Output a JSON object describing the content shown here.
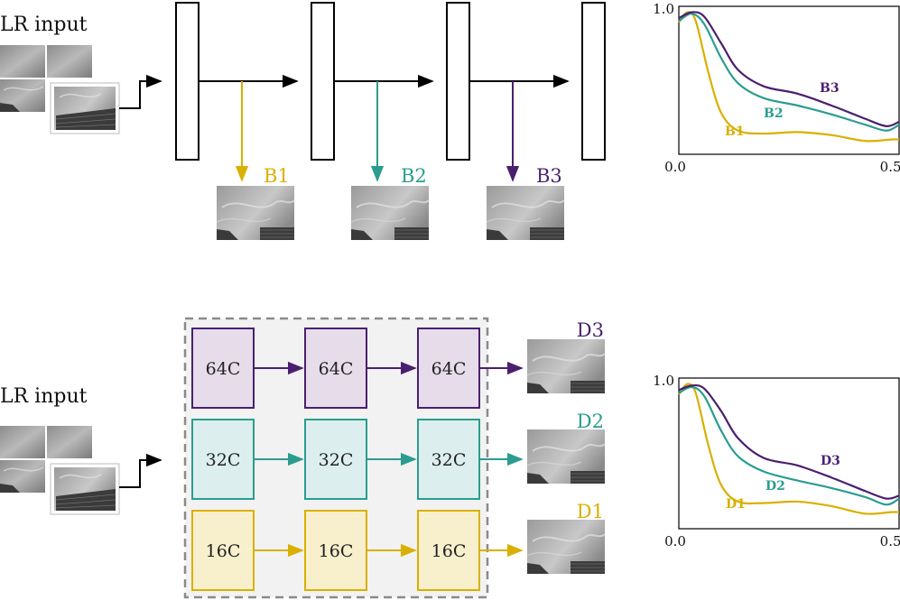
{
  "colors": {
    "yellow": "#d9b000",
    "teal": "#2a9d8f",
    "purple": "#4b1f6f",
    "purple_fill": "#e6dcea",
    "teal_fill": "#dcefee",
    "yellow_fill": "#f8efcc",
    "dashed_border": "#8a8a8a",
    "dashed_fill": "#f2f2f2"
  },
  "top": {
    "input_label": "LR input",
    "branches": [
      "B1",
      "B2",
      "B3"
    ]
  },
  "bottom": {
    "input_label": "LR input",
    "rows": [
      {
        "label": "64C",
        "output": "D3",
        "color": "purple"
      },
      {
        "label": "32C",
        "output": "D2",
        "color": "teal"
      },
      {
        "label": "16C",
        "output": "D1",
        "color": "yellow"
      }
    ]
  },
  "chart_data": [
    {
      "type": "line",
      "x_ticks": [
        "0.0",
        "0.5"
      ],
      "y_ticks": [
        "1.0"
      ],
      "xlim": [
        0,
        0.52
      ],
      "ylim": [
        0,
        1.0
      ],
      "series": [
        {
          "name": "B1",
          "color": "yellow",
          "points": [
            [
              0,
              0.89
            ],
            [
              0.02,
              0.96
            ],
            [
              0.04,
              0.9
            ],
            [
              0.07,
              0.55
            ],
            [
              0.1,
              0.28
            ],
            [
              0.14,
              0.16
            ],
            [
              0.2,
              0.14
            ],
            [
              0.28,
              0.15
            ],
            [
              0.36,
              0.13
            ],
            [
              0.44,
              0.09
            ],
            [
              0.5,
              0.1
            ],
            [
              0.52,
              0.1
            ]
          ]
        },
        {
          "name": "B2",
          "color": "teal",
          "points": [
            [
              0,
              0.9
            ],
            [
              0.03,
              0.95
            ],
            [
              0.06,
              0.88
            ],
            [
              0.1,
              0.65
            ],
            [
              0.14,
              0.48
            ],
            [
              0.2,
              0.38
            ],
            [
              0.28,
              0.33
            ],
            [
              0.36,
              0.27
            ],
            [
              0.44,
              0.2
            ],
            [
              0.49,
              0.16
            ],
            [
              0.52,
              0.2
            ]
          ]
        },
        {
          "name": "B3",
          "color": "purple",
          "points": [
            [
              0,
              0.92
            ],
            [
              0.03,
              0.96
            ],
            [
              0.06,
              0.93
            ],
            [
              0.1,
              0.75
            ],
            [
              0.14,
              0.57
            ],
            [
              0.2,
              0.46
            ],
            [
              0.28,
              0.41
            ],
            [
              0.36,
              0.33
            ],
            [
              0.44,
              0.24
            ],
            [
              0.49,
              0.19
            ],
            [
              0.52,
              0.22
            ]
          ]
        }
      ]
    },
    {
      "type": "line",
      "x_ticks": [
        "0.0",
        "0.5"
      ],
      "y_ticks": [
        "1.0"
      ],
      "xlim": [
        0,
        0.52
      ],
      "ylim": [
        0,
        1.0
      ],
      "series": [
        {
          "name": "D1",
          "color": "yellow",
          "points": [
            [
              0,
              0.89
            ],
            [
              0.02,
              0.96
            ],
            [
              0.04,
              0.9
            ],
            [
              0.07,
              0.55
            ],
            [
              0.1,
              0.29
            ],
            [
              0.14,
              0.18
            ],
            [
              0.2,
              0.17
            ],
            [
              0.28,
              0.18
            ],
            [
              0.36,
              0.15
            ],
            [
              0.44,
              0.1
            ],
            [
              0.5,
              0.11
            ],
            [
              0.52,
              0.11
            ]
          ]
        },
        {
          "name": "D2",
          "color": "teal",
          "points": [
            [
              0,
              0.9
            ],
            [
              0.03,
              0.94
            ],
            [
              0.06,
              0.88
            ],
            [
              0.1,
              0.65
            ],
            [
              0.14,
              0.48
            ],
            [
              0.2,
              0.38
            ],
            [
              0.28,
              0.32
            ],
            [
              0.36,
              0.27
            ],
            [
              0.44,
              0.21
            ],
            [
              0.49,
              0.16
            ],
            [
              0.52,
              0.2
            ]
          ]
        },
        {
          "name": "D3",
          "color": "purple",
          "points": [
            [
              0,
              0.92
            ],
            [
              0.03,
              0.95
            ],
            [
              0.06,
              0.93
            ],
            [
              0.1,
              0.78
            ],
            [
              0.14,
              0.6
            ],
            [
              0.2,
              0.47
            ],
            [
              0.28,
              0.42
            ],
            [
              0.36,
              0.34
            ],
            [
              0.44,
              0.25
            ],
            [
              0.49,
              0.2
            ],
            [
              0.52,
              0.22
            ]
          ]
        }
      ]
    }
  ]
}
